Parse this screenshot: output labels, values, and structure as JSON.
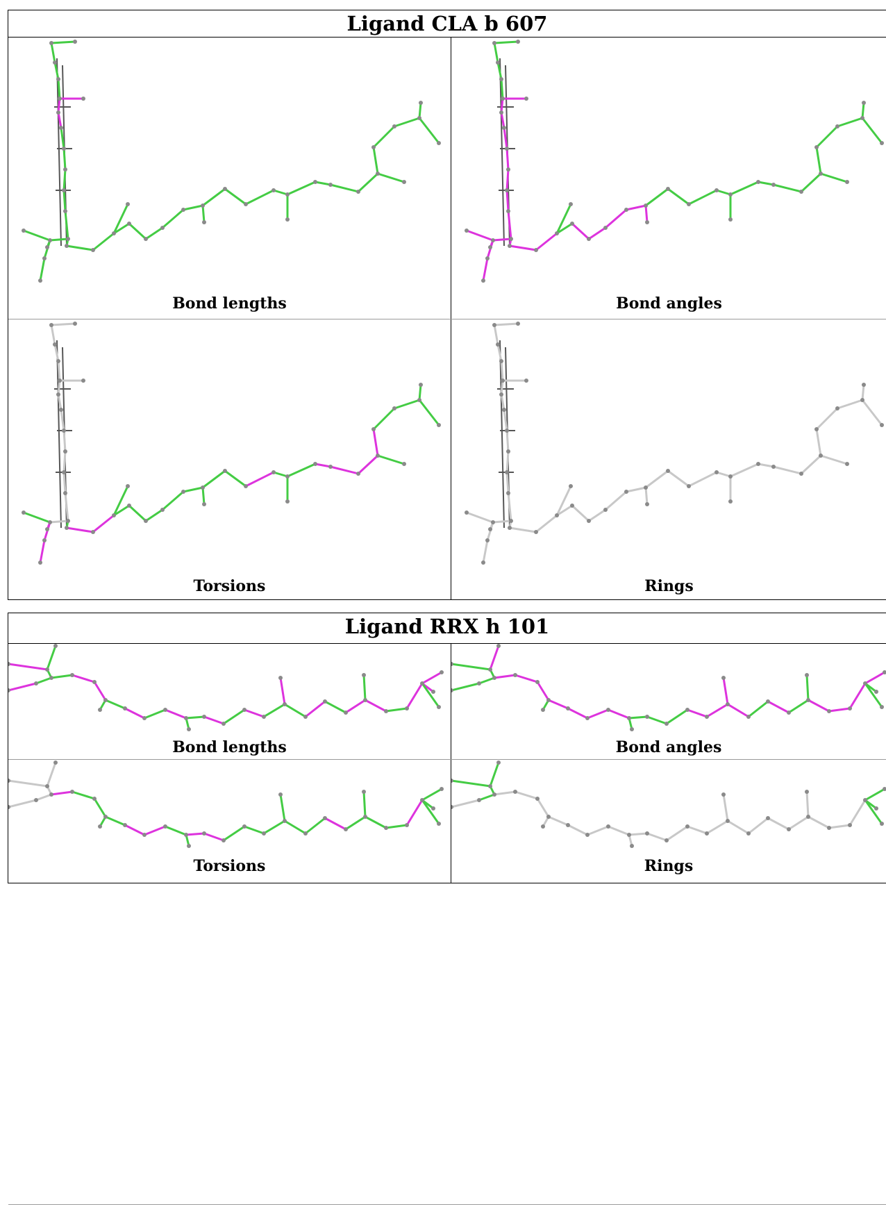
{
  "tables": [
    {
      "title": "Ligand CLA b 607",
      "panels": [
        {
          "caption": "Bond lengths",
          "scheme": "bond-lengths"
        },
        {
          "caption": "Bond angles",
          "scheme": "bond-angles"
        },
        {
          "caption": "Torsions",
          "scheme": "torsions"
        },
        {
          "caption": "Rings",
          "scheme": "rings"
        }
      ]
    },
    {
      "title": "Ligand RRX h 101",
      "panels": [
        {
          "caption": "Bond lengths",
          "scheme": "bond-lengths"
        },
        {
          "caption": "Bond angles",
          "scheme": "bond-angles"
        },
        {
          "caption": "Torsions",
          "scheme": "torsions"
        },
        {
          "caption": "Rings",
          "scheme": "rings"
        }
      ]
    }
  ],
  "colors": {
    "ok": "#44cc44",
    "outlier": "#dd33dd",
    "neutral": "#c8c8c8",
    "atom": "#8a8a8a",
    "border": "#000000"
  }
}
